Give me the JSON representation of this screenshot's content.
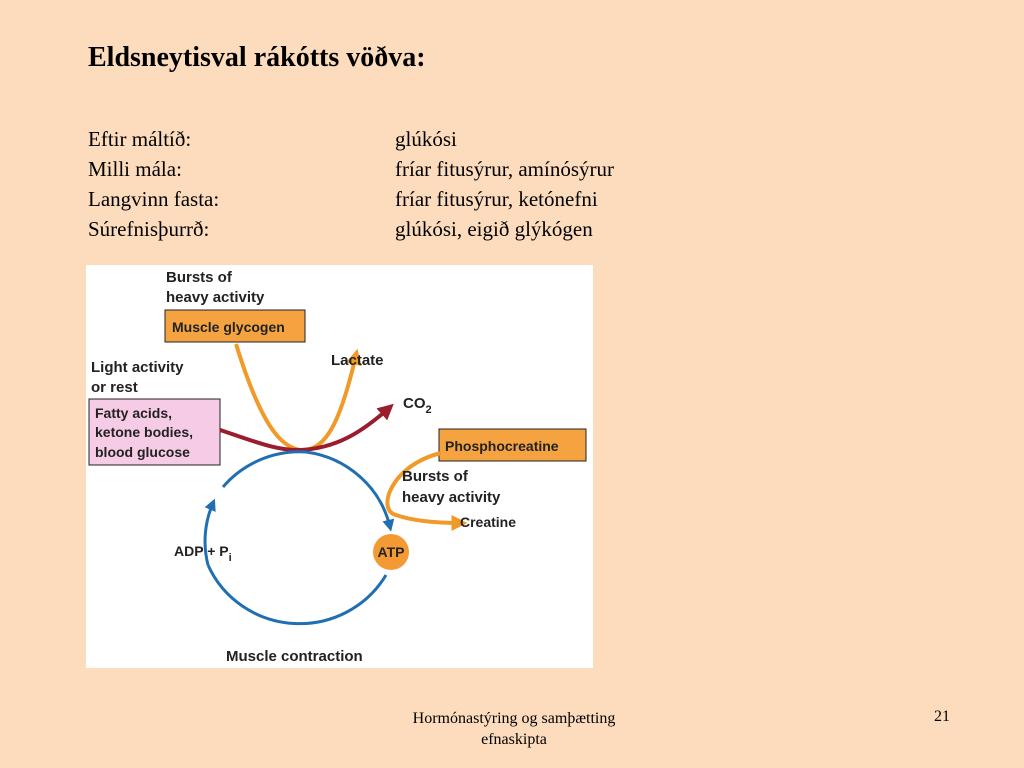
{
  "slide": {
    "title": "Eldsneytisval rákótts vöðva:",
    "rows": [
      {
        "condition": "Eftir máltíð:",
        "fuel": "glúkósi"
      },
      {
        "condition": "Milli mála:",
        "fuel": "fríar fitusýrur, amínósýrur"
      },
      {
        "condition": "Langvinn fasta:",
        "fuel": "fríar fitusýrur, ketónefni"
      },
      {
        "condition": "Súrefnisþurrð:",
        "fuel": "glúkósi, eigið glýkógen"
      }
    ],
    "footer": {
      "line1": "Hormónastýring og samþætting",
      "line2": "efnaskipta"
    },
    "page_number": "21"
  },
  "figure": {
    "bursts_top_line1": "Bursts of",
    "bursts_top_line2": "heavy activity",
    "muscle_glycogen": "Muscle glycogen",
    "lactate": "Lactate",
    "light_line1": "Light activity",
    "light_line2": "or rest",
    "fuel_line1": "Fatty acids,",
    "fuel_line2": "ketone bodies,",
    "fuel_line3": "blood glucose",
    "co2_main": "CO",
    "co2_sub": "2",
    "phosphocreatine": "Phosphocreatine",
    "bursts_right_line1": "Bursts of",
    "bursts_right_line2": "heavy activity",
    "creatine": "Creatine",
    "adp_main": "ADP + P",
    "adp_sub": "i",
    "atp": "ATP",
    "muscle_contraction": "Muscle contraction"
  },
  "colors": {
    "background": "#fddcbd",
    "orange_box": "#f4a340",
    "pink_box": "#f6cbe6",
    "orange_arrow": "#f09a2a",
    "red_arrow": "#9b1c2c",
    "blue_cycle": "#1f6fb2",
    "atp_circle": "#f39a35"
  }
}
